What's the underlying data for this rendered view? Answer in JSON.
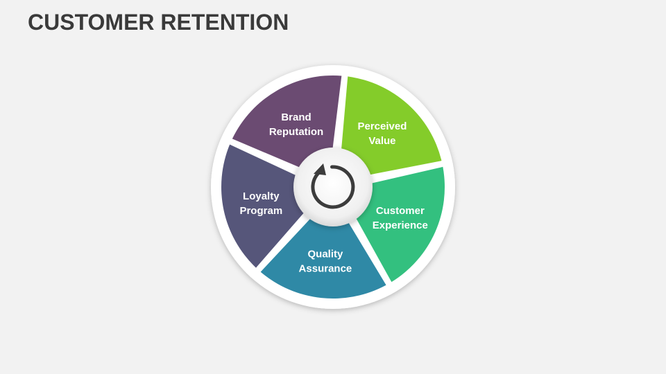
{
  "title": "CUSTOMER RETENTION",
  "center": {
    "icon": "refresh-cycle-icon"
  },
  "segments": [
    {
      "lines": [
        "Perceived",
        "Value"
      ],
      "color": "#84cc2a"
    },
    {
      "lines": [
        "Customer",
        "Experience"
      ],
      "color": "#33c07f"
    },
    {
      "lines": [
        "Quality",
        "Assurance"
      ],
      "color": "#2f89a6"
    },
    {
      "lines": [
        "Loyalty",
        "Program"
      ],
      "color": "#56567a"
    },
    {
      "lines": [
        "Brand",
        "Reputation"
      ],
      "color": "#6b4b72"
    }
  ]
}
